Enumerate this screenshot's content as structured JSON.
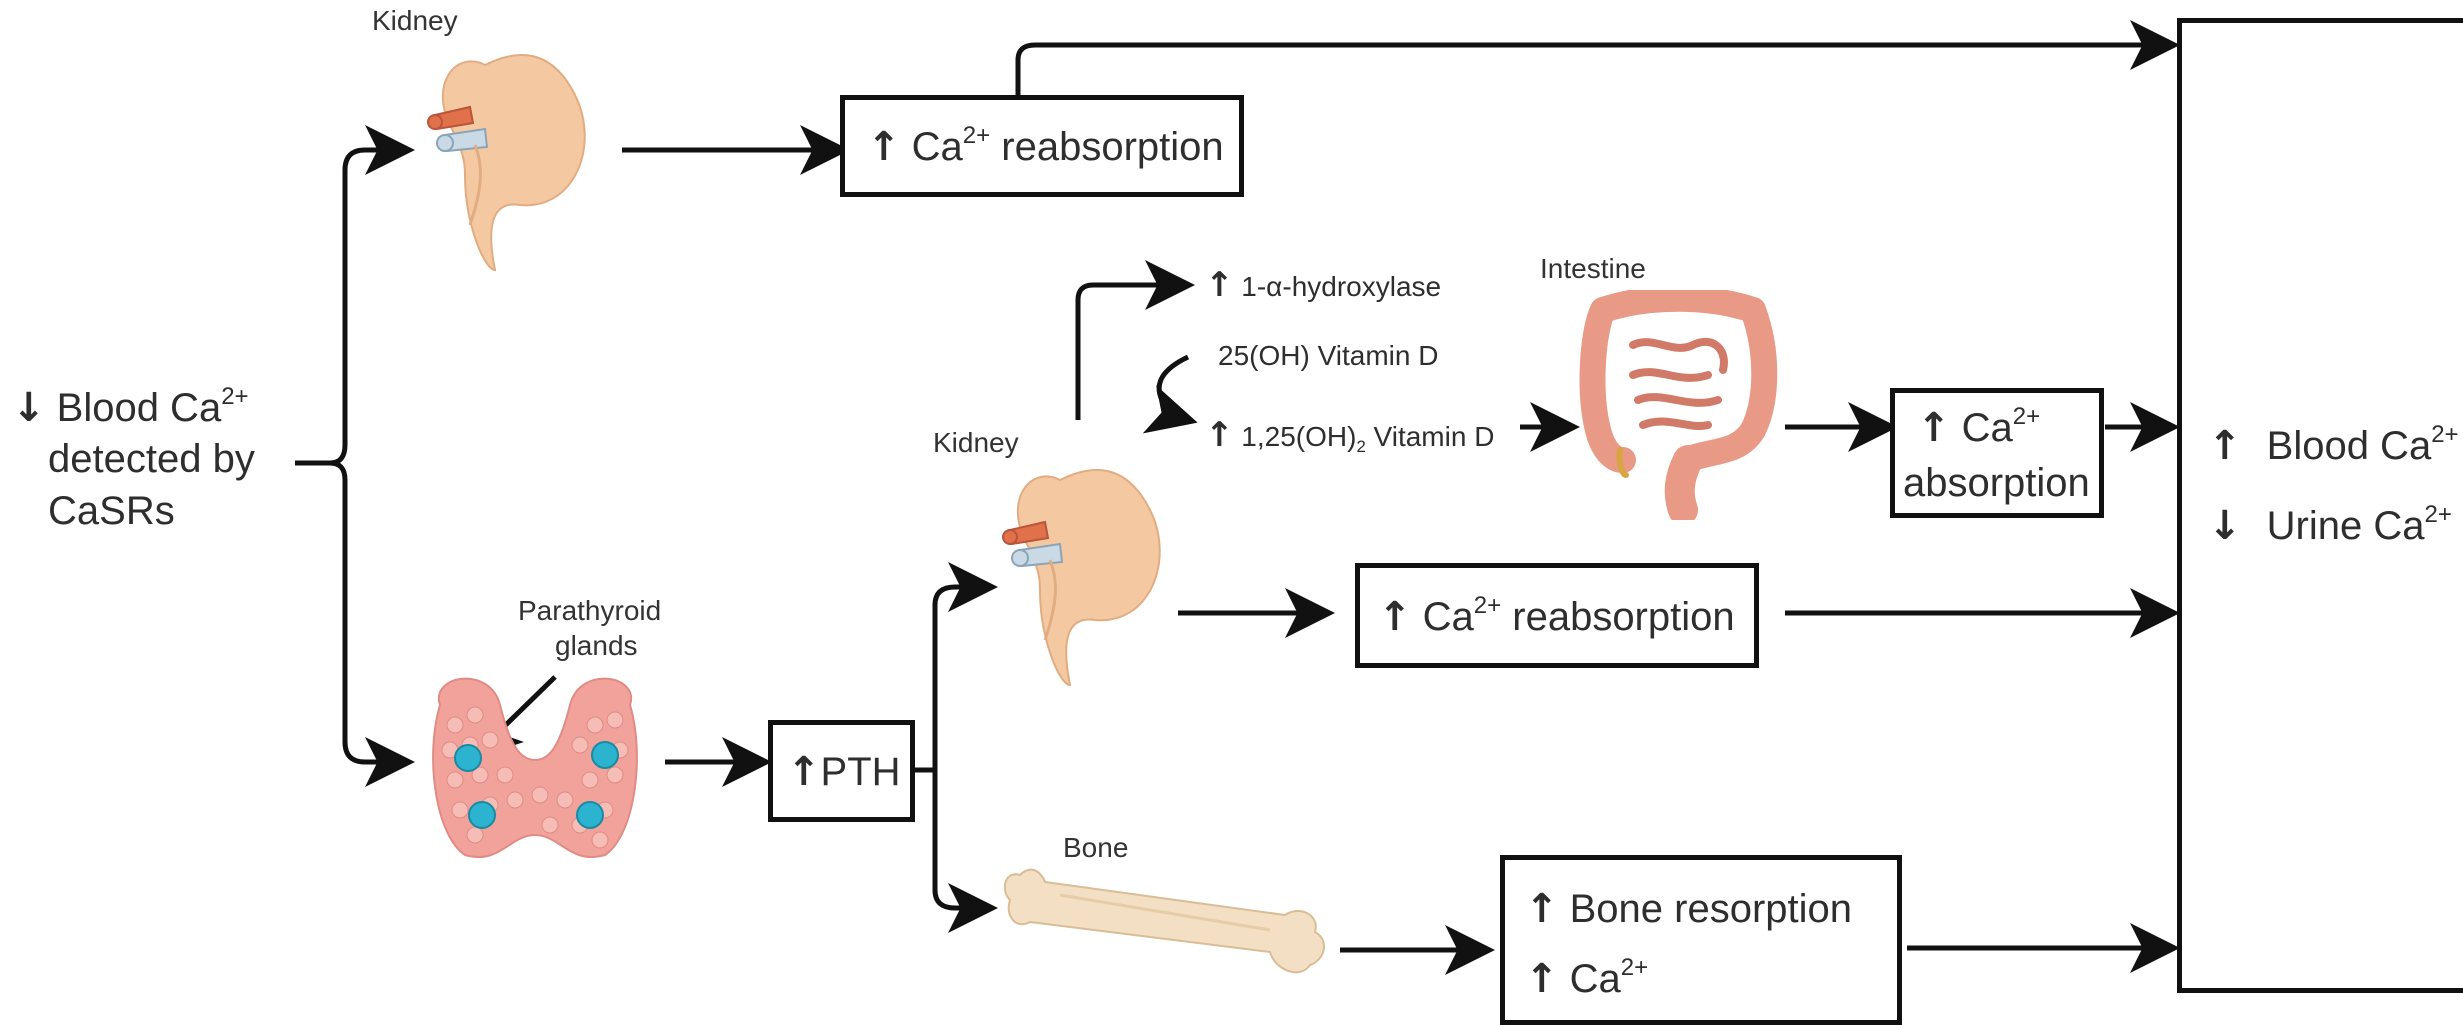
{
  "nodes": {
    "start": {
      "arrow": "↓",
      "line1_a": "Blood Ca",
      "line1_sup": "2+",
      "line2": "detected by",
      "line3": "CaSRs"
    },
    "kidney_top": {
      "label": "Kidney"
    },
    "box_reabsorption_top": {
      "arrow": "↑",
      "text_a": "Ca",
      "sup": "2+",
      "text_b": " reabsorption"
    },
    "parathyroid": {
      "label_line1": "Parathyroid",
      "label_line2": "glands"
    },
    "box_pth": {
      "arrow": "↑",
      "text": "PTH"
    },
    "kidney_mid": {
      "label": "Kidney"
    },
    "hydroxylase": {
      "arrow": "↑",
      "text": "1-α-hydroxylase"
    },
    "vitd_25": {
      "text": "25(OH) Vitamin D"
    },
    "vitd_125": {
      "arrow": "↑",
      "text_a": "1,25(OH)",
      "sub": "2",
      "text_b": " Vitamin D"
    },
    "intestine": {
      "label": "Intestine"
    },
    "box_absorption": {
      "arrow": "↑",
      "text_a": " Ca",
      "sup": "2+",
      "line2": "absorption"
    },
    "box_reabsorption_mid": {
      "arrow": "↑",
      "text_a": " Ca",
      "sup": "2+",
      "text_b": " reabsorption"
    },
    "bone": {
      "label": "Bone"
    },
    "box_bone": {
      "arrow1": "↑",
      "line1": " Bone resorption",
      "arrow2": "↑",
      "line2_a": " Ca",
      "line2_sup": "2+"
    },
    "result": {
      "arrow1": "↑",
      "line1_a": "Blood Ca",
      "line1_sup": "2+",
      "arrow2": "↓",
      "line2_a": "Urine Ca",
      "line2_sup": "2+"
    }
  },
  "colors": {
    "stroke": "#111111",
    "kidney": "#f4c9a2",
    "kidney_vessel_red": "#e0714a",
    "kidney_vessel_blue": "#c9d9e6",
    "thyroid": "#f1a29b",
    "parathyroid_gland": "#2bb3cf",
    "intestine": "#f2b8a5",
    "bone": "#f3dfc3"
  },
  "icons": [
    "kidney-icon",
    "parathyroid-icon",
    "intestine-icon",
    "bone-icon"
  ]
}
